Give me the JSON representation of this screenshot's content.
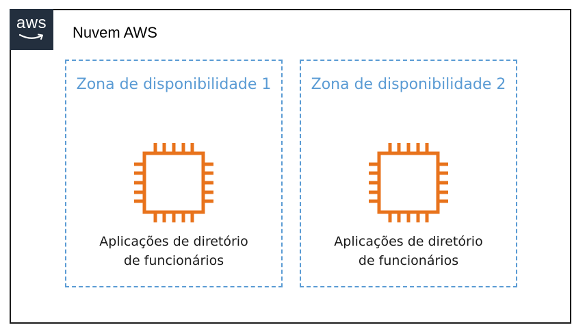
{
  "cloud": {
    "logo_text": "aws",
    "title": "Nuvem AWS"
  },
  "zones": [
    {
      "label": "Zona de disponibilidade 1",
      "app_line1": "Aplicações de diretório",
      "app_line2": "de funcionários",
      "icon": "ec2-instance-chip-icon"
    },
    {
      "label": "Zona de disponibilidade 2",
      "app_line1": "Aplicações de diretório",
      "app_line2": "de funcionários",
      "icon": "ec2-instance-chip-icon"
    }
  ],
  "colors": {
    "aws_dark": "#232f3e",
    "zone_border": "#5a9bd4",
    "chip_orange": "#e8731c"
  }
}
